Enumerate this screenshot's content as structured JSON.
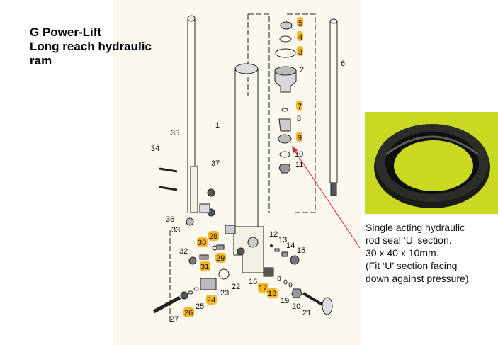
{
  "title": {
    "line1": "G Power-Lift",
    "line2": "Long reach hydraulic",
    "line3": "ram"
  },
  "diagram": {
    "part_labels": {
      "p1": "1",
      "p2": "2",
      "p3": "3",
      "p4": "4",
      "p5": "5",
      "p6": "6",
      "p7": "7",
      "p8": "8",
      "p9": "9",
      "p10": "10",
      "p11": "11",
      "p12": "12",
      "p13": "13",
      "p14": "14",
      "p15": "15",
      "p16": "16",
      "p17": "17",
      "p18": "18",
      "p19": "19",
      "p20": "20",
      "p21": "21",
      "p22": "22",
      "p23": "23",
      "p24": "24",
      "p25": "25",
      "p26": "26",
      "p27": "27",
      "p28": "28",
      "p29": "29",
      "p30": "30",
      "p31": "31",
      "p32": "32",
      "p33": "33",
      "p34": "34",
      "p35": "35",
      "p36": "36",
      "p37": "37"
    },
    "highlighted_parts": [
      "3",
      "4",
      "5",
      "7",
      "9",
      "17",
      "18",
      "24",
      "26",
      "28",
      "29",
      "30",
      "31"
    ],
    "highlight_color": "#f9b82a",
    "arrow_color": "#e02020"
  },
  "photo": {
    "background_color": "#c9d820"
  },
  "caption": {
    "line1": "Single acting hydraulic",
    "line2": "rod seal ‘U’ section.",
    "line3": "30 x 40 x 10mm.",
    "line4": "(Fit ‘U’ section facing",
    "line5": "down against pressure)."
  }
}
